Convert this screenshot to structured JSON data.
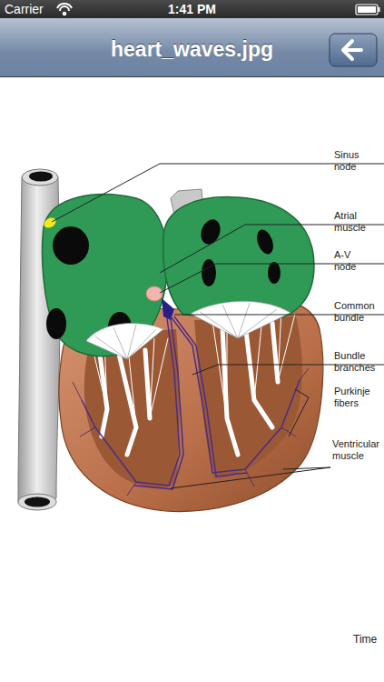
{
  "diagram": {
    "title": "heart_waves.jpg",
    "labels": [
      "Carrier",
      "1:41 PM",
      "Sinus node",
      "Atrial muscle",
      "A-V node",
      "Common bundle",
      "Bundle branches",
      "Purkinje fibers",
      "Ventricular muscle",
      "Time"
    ]
  }
}
